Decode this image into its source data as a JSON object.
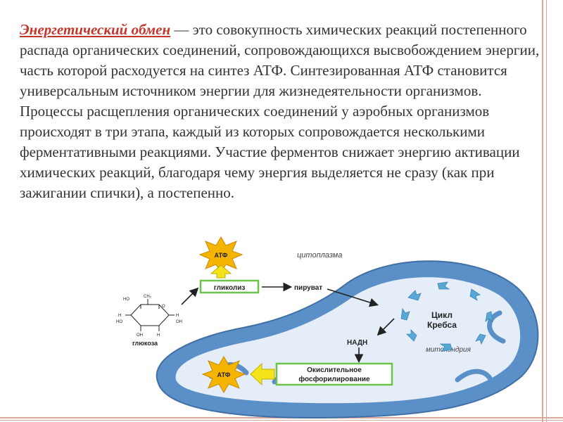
{
  "content": {
    "term": "Энергетический обмен",
    "definition_rest": " — это совокупность химических реакций постепенного распада органических соединений, сопровождающихся высвобождением энергии, часть которой расходуется на синтез АТФ. Синтезированная АТФ становится универсальным источником энергии для жизнедеятельности организмов.",
    "paragraph2": "Процессы расщепления органических соединений у аэробных организмов происходят в три этапа, каждый из которых сопровождается несколькими ферментативными реакциями. Участие ферментов снижает энергию активации химических реакций, благодаря чему энергия выделяется не сразу (как при зажигании спички), а постепенно."
  },
  "diagram": {
    "atp_top": "АТФ",
    "atp_bottom": "АТФ",
    "glycolysis": "гликолиз",
    "pyruvate": "пируват",
    "cytoplasm": "цитоплазма",
    "krebs_line1": "Цикл",
    "krebs_line2": "Кребса",
    "nadh": "НАДН",
    "mitochondria": "митохондрия",
    "oxphos_line1": "Окислительное",
    "oxphos_line2": "фосфорилирование",
    "glucose": "глюкоза",
    "ch2": "CH₂",
    "ho": "HO",
    "h": "H",
    "oh": "OH",
    "o": "O"
  },
  "colors": {
    "term": "#c2372a",
    "mito_outer": "#5b8fc7",
    "mito_inner": "#dbe8f6",
    "atp_star": "#f4b400",
    "box_green": "#6cc24a",
    "arrow_yellow": "#f2e31b"
  }
}
